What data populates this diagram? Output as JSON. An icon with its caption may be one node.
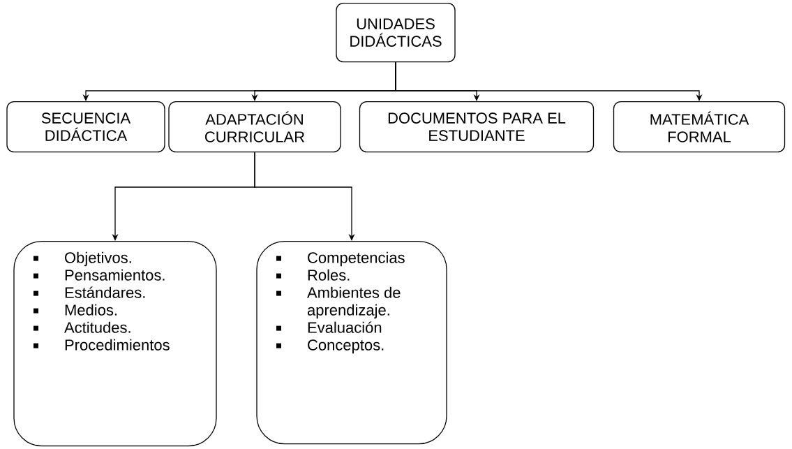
{
  "diagram": {
    "nodes": [
      {
        "text": [
          "UNIDADES DIDÁCTICAS"
        ]
      },
      {
        "text": [
          "SECUENCIA DIDÁCTICA"
        ]
      },
      {
        "text": [
          "ADAPTACIÓN CURRICULAR"
        ]
      },
      {
        "text": [
          "DOCUMENTOS PARA EL ESTUDIANTE"
        ]
      },
      {
        "text": [
          "MATEMÁTICA FORMAL"
        ]
      },
      {
        "text": [
          "Objetivos.",
          "Pensamientos.",
          "Estándares.",
          "Medios.",
          "Actitudes.",
          "Procedimientos"
        ]
      },
      {
        "text": [
          "Competencias",
          "Roles.",
          "Ambientes de aprendizaje.",
          "Evaluación",
          "Conceptos."
        ]
      }
    ],
    "edges": [
      {
        "from": 0,
        "to": 1,
        "arrow": "to"
      },
      {
        "from": 0,
        "to": 2,
        "arrow": "to"
      },
      {
        "from": 0,
        "to": 3,
        "arrow": "to"
      },
      {
        "from": 0,
        "to": 4,
        "arrow": "to"
      },
      {
        "from": 2,
        "to": 5,
        "arrow": "to"
      },
      {
        "from": 2,
        "to": 6,
        "arrow": "to"
      }
    ]
  }
}
